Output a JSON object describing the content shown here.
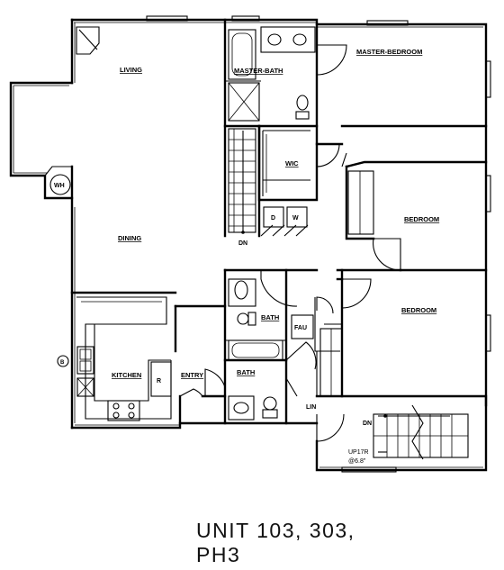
{
  "rooms": {
    "living": "LIVING",
    "dining": "DINING",
    "master_bath": "MASTER-BATH",
    "master_bedroom": "MASTER-BEDROOM",
    "wic": "WIC",
    "bedroom_1": "BEDROOM",
    "bedroom_2": "BEDROOM",
    "kitchen": "KITCHEN",
    "entry": "ENTRY",
    "bath_1": "BATH",
    "bath_2": "BATH",
    "lin": "LIN"
  },
  "fixtures": {
    "wh": "WH",
    "dryer": "D",
    "washer": "W",
    "fau": "FAU",
    "range_hood": "R",
    "b_marker": "B"
  },
  "stairs": {
    "down_left": "DN",
    "down_right": "DN",
    "up_note_line1": "UP17R",
    "up_note_line2": "@6.8\""
  },
  "caption": {
    "line1": "UNIT 103,  303,",
    "line2": "PH3"
  }
}
